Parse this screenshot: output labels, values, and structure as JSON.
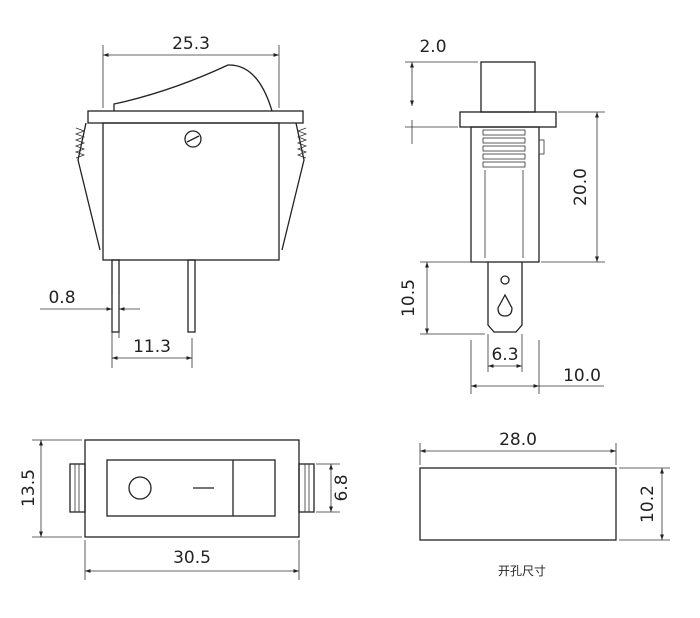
{
  "dimensions": {
    "top_width": "25.3",
    "pin_thickness": "0.8",
    "pin_pitch": "11.3",
    "rocker_height": "2.0",
    "body_depth": "20.0",
    "terminal_length": "10.5",
    "terminal_width": "6.3",
    "side_total_width": "10.0",
    "front_height": "13.5",
    "rocker_window_height": "6.8",
    "front_width": "30.5",
    "cutout_width": "28.0",
    "cutout_height": "10.2"
  },
  "caption": "开孔尺寸",
  "colors": {
    "line": "#222222",
    "background": "#ffffff"
  }
}
